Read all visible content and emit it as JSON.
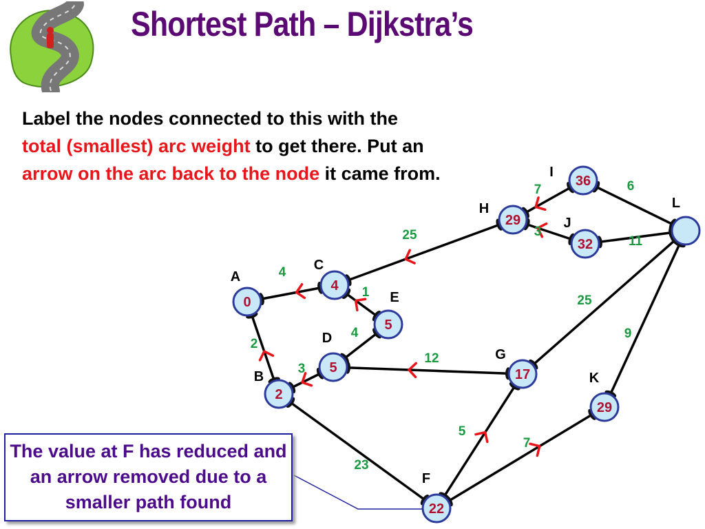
{
  "slide": {
    "title": "Shortest Path – Dijkstra’s",
    "instructions": {
      "part1": "Label the nodes connected to this with the ",
      "red1": "total (smallest) arc weight",
      "part2": " to get there. Put an ",
      "red2": "arrow on the arc back to the node",
      "part3": " it came from."
    },
    "callout": "The value  at F has reduced and an arrow removed due to a smaller path found",
    "colors": {
      "title": "#5b0a74",
      "highlight": "#e8161b",
      "node_fill": "#c8e8f8",
      "node_border": "#2c3a9c",
      "node_value": "#b01030",
      "edge_weight": "#1a9a40",
      "arrow": "#e8161b",
      "callout_text": "#4b0b8a"
    },
    "icons": {
      "logo": "winding-road-icon"
    }
  },
  "graph": {
    "nodes": [
      {
        "id": "A",
        "value": "0"
      },
      {
        "id": "B",
        "value": "2"
      },
      {
        "id": "C",
        "value": "4"
      },
      {
        "id": "D",
        "value": "5"
      },
      {
        "id": "E",
        "value": "5"
      },
      {
        "id": "F",
        "value": "22"
      },
      {
        "id": "G",
        "value": "17"
      },
      {
        "id": "H",
        "value": "29"
      },
      {
        "id": "I",
        "value": "36"
      },
      {
        "id": "J",
        "value": "32"
      },
      {
        "id": "K",
        "value": "29"
      },
      {
        "id": "L",
        "value": ""
      }
    ],
    "edges": [
      {
        "from": "A",
        "to": "C",
        "weight": "4",
        "arrow_to": "A"
      },
      {
        "from": "A",
        "to": "B",
        "weight": "2",
        "arrow_to": "A"
      },
      {
        "from": "C",
        "to": "E",
        "weight": "1",
        "arrow_to": "C"
      },
      {
        "from": "C",
        "to": "H",
        "weight": "25",
        "arrow_to": "C"
      },
      {
        "from": "E",
        "to": "D",
        "weight": "4",
        "arrow_to": ""
      },
      {
        "from": "B",
        "to": "D",
        "weight": "3",
        "arrow_to": "B"
      },
      {
        "from": "D",
        "to": "G",
        "weight": "12",
        "arrow_to": "D"
      },
      {
        "from": "B",
        "to": "F",
        "weight": "23",
        "arrow_to": ""
      },
      {
        "from": "G",
        "to": "F",
        "weight": "5",
        "arrow_to": "G"
      },
      {
        "from": "G",
        "to": "L",
        "weight": "25",
        "arrow_to": ""
      },
      {
        "from": "H",
        "to": "I",
        "weight": "7",
        "arrow_to": "H"
      },
      {
        "from": "H",
        "to": "J",
        "weight": "3",
        "arrow_to": "H"
      },
      {
        "from": "I",
        "to": "L",
        "weight": "6",
        "arrow_to": ""
      },
      {
        "from": "J",
        "to": "L",
        "weight": "11",
        "arrow_to": ""
      },
      {
        "from": "L",
        "to": "K",
        "weight": "9",
        "arrow_to": ""
      },
      {
        "from": "K",
        "to": "F",
        "weight": "7",
        "arrow_to": "K"
      }
    ]
  }
}
